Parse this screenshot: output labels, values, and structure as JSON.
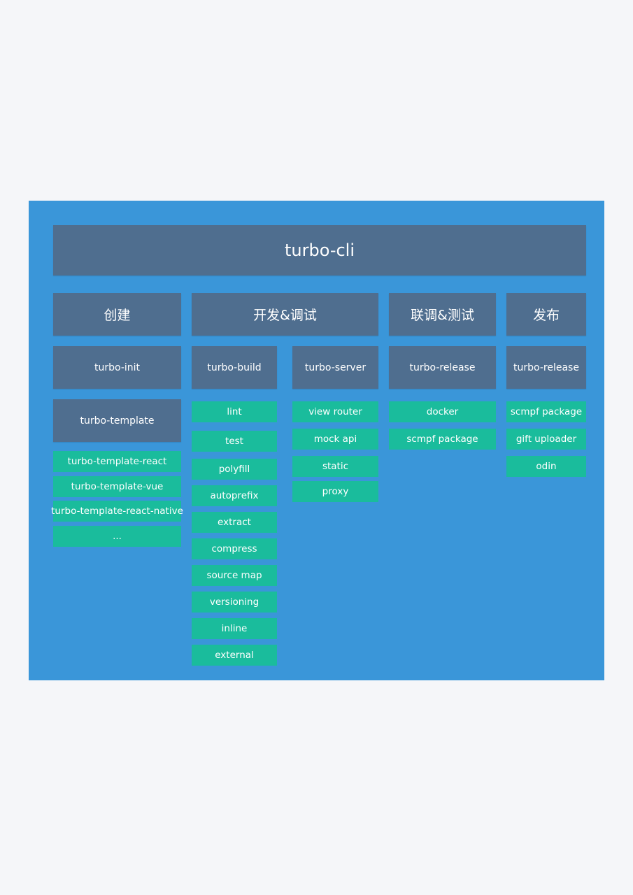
{
  "diagram": {
    "root": "turbo-cli",
    "phases": [
      "创建",
      "开发&调试",
      "联调&测试",
      "发布"
    ],
    "modules": {
      "init": "turbo-init",
      "template": "turbo-template",
      "build": "turbo-build",
      "server": "turbo-server",
      "release_integration": "turbo-release",
      "release_publish": "turbo-release"
    },
    "template_items": [
      "turbo-template-react",
      "turbo-template-vue",
      "turbo-template-react-native",
      "..."
    ],
    "build_items": [
      "lint",
      "test",
      "polyfill",
      "autoprefix",
      "extract",
      "compress",
      "source map",
      "versioning",
      "inline",
      "external"
    ],
    "server_items": [
      "view router",
      "mock api",
      "static",
      "proxy"
    ],
    "integration_items": [
      "docker",
      "scmpf package"
    ],
    "publish_items": [
      "scmpf package",
      "gift uploader",
      "odin"
    ]
  },
  "colors": {
    "panel": "#3a96d9",
    "module": "#4f6e8f",
    "feature": "#1abc9c",
    "background": "#f5f6f9"
  }
}
